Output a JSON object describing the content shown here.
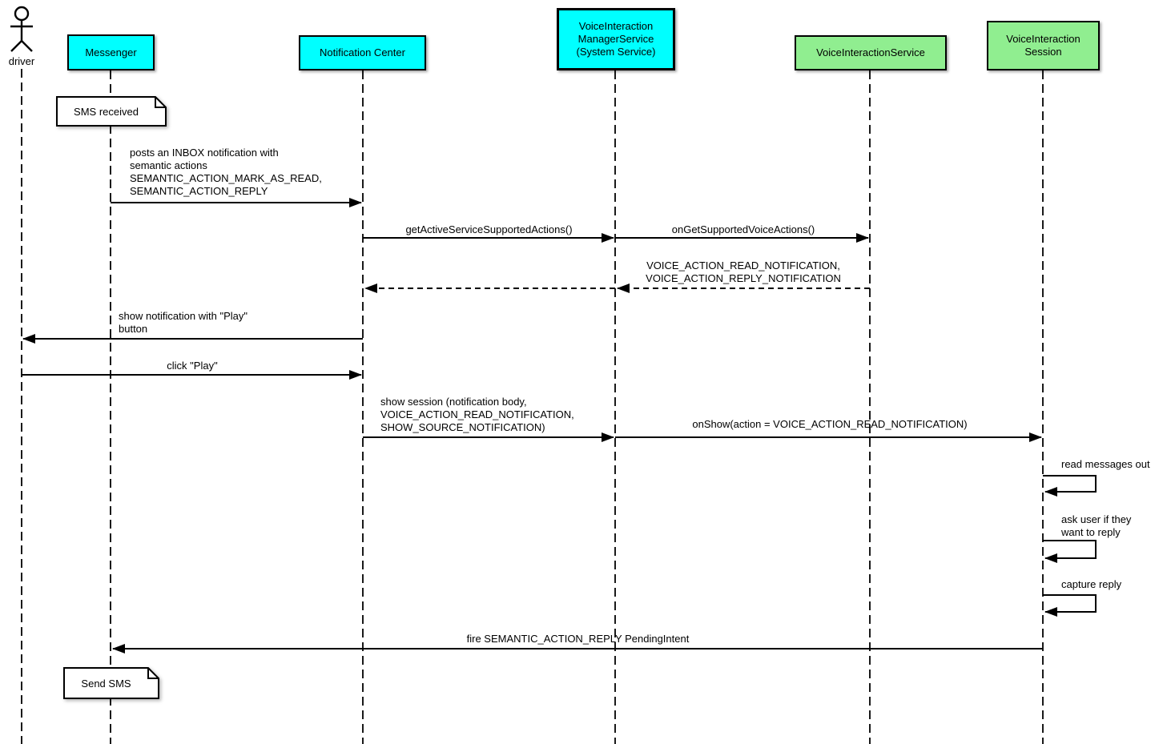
{
  "colors": {
    "participant_cyan": "#00ffff",
    "participant_green": "#90ee90",
    "line": "#000000",
    "note_fill": "#ffffff"
  },
  "actor": {
    "label": "driver"
  },
  "participants": {
    "messenger": {
      "label": "Messenger",
      "fill": "#00ffff"
    },
    "notification_center": {
      "label": "Notification Center",
      "fill": "#00ffff"
    },
    "voice_interaction_manager_service": {
      "label": "VoiceInteraction\nManagerService\n(System Service)",
      "fill": "#00ffff"
    },
    "voice_interaction_service": {
      "label": "VoiceInteractionService",
      "fill": "#90ee90"
    },
    "voice_interaction_session": {
      "label": "VoiceInteraction\nSession",
      "fill": "#90ee90"
    }
  },
  "notes": {
    "sms_received": {
      "label": "SMS received",
      "anchor": "Messenger"
    },
    "send_sms": {
      "label": "Send SMS",
      "anchor": "Messenger"
    }
  },
  "messages": {
    "post_inbox_notification": {
      "label": "posts an INBOX notification with\nsemantic actions\nSEMANTIC_ACTION_MARK_AS_READ,\nSEMANTIC_ACTION_REPLY",
      "from": "Messenger",
      "to": "Notification Center",
      "style": "solid"
    },
    "get_active_service_supported_actions": {
      "label": "getActiveServiceSupportedActions()",
      "from": "Notification Center",
      "to": "VoiceInteractionManagerService (System Service)",
      "style": "solid"
    },
    "on_get_supported_voice_actions": {
      "label": "onGetSupportedVoiceActions()",
      "from": "VoiceInteractionManagerService (System Service)",
      "to": "VoiceInteractionService",
      "style": "solid"
    },
    "supported_voice_actions_return": {
      "label": "VOICE_ACTION_READ_NOTIFICATION,\nVOICE_ACTION_REPLY_NOTIFICATION",
      "from": "VoiceInteractionService",
      "to": "Notification Center",
      "style": "dashed-return"
    },
    "show_notification_play": {
      "label": "show notification with \"Play\"\nbutton",
      "from": "Notification Center",
      "to": "driver",
      "style": "solid"
    },
    "click_play": {
      "label": "click \"Play\"",
      "from": "driver",
      "to": "Notification Center",
      "style": "solid"
    },
    "show_session": {
      "label": "show session (notification body,\nVOICE_ACTION_READ_NOTIFICATION,\nSHOW_SOURCE_NOTIFICATION)",
      "from": "Notification Center",
      "to": "VoiceInteractionManagerService (System Service)",
      "style": "solid"
    },
    "on_show": {
      "label": "onShow(action = VOICE_ACTION_READ_NOTIFICATION)",
      "from": "VoiceInteractionManagerService (System Service)",
      "to": "VoiceInteractionSession",
      "style": "solid"
    },
    "read_messages_out": {
      "label": "read messages out",
      "from": "VoiceInteractionSession",
      "to": "VoiceInteractionSession",
      "style": "self"
    },
    "ask_user_reply": {
      "label": "ask user if they\nwant to reply",
      "from": "VoiceInteractionSession",
      "to": "VoiceInteractionSession",
      "style": "self"
    },
    "capture_reply": {
      "label": "capture reply",
      "from": "VoiceInteractionSession",
      "to": "VoiceInteractionSession",
      "style": "self"
    },
    "fire_reply_pending_intent": {
      "label": "fire SEMANTIC_ACTION_REPLY PendingIntent",
      "from": "VoiceInteractionSession",
      "to": "Messenger",
      "style": "solid"
    }
  }
}
